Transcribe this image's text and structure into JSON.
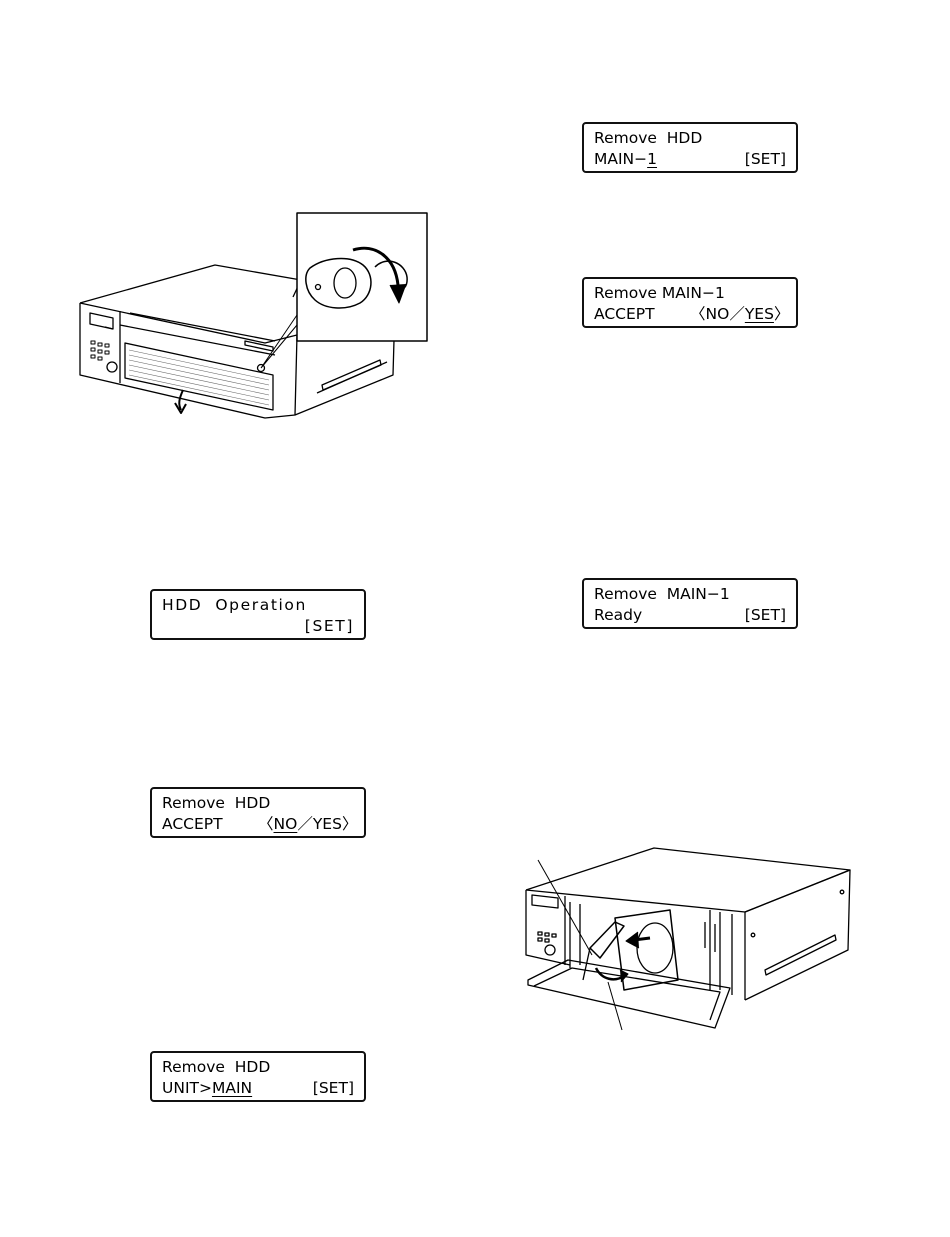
{
  "illustrations": {
    "front_cover_unlock": {
      "icon": "recorder-key-unlock"
    },
    "hdd_removal": {
      "icon": "recorder-hdd-removal"
    }
  },
  "lcd_screens": [
    {
      "id": "hdd-operation",
      "line1": "HDD  Operation",
      "line2_right": "[SET]"
    },
    {
      "id": "remove-hdd-accept",
      "line1": "Remove  HDD",
      "line2_left": "ACCEPT",
      "open": "〈",
      "opt1": "NO",
      "sep": "／",
      "opt2": "YES",
      "close": "〉"
    },
    {
      "id": "remove-hdd-unit",
      "line1": "Remove  HDD",
      "line2_prefix": "UNIT>",
      "line2_value": "MAIN",
      "line2_right": "[SET]"
    },
    {
      "id": "remove-hdd-main1",
      "line1": "Remove  HDD",
      "line2_prefix": "MAIN−",
      "line2_value": "1",
      "line2_right": "[SET]"
    },
    {
      "id": "remove-main1-accept",
      "line1": "Remove MAIN−1",
      "line2_left": "ACCEPT",
      "open": "〈",
      "opt1": "NO",
      "sep": "／",
      "opt2": "YES",
      "close": "〉"
    },
    {
      "id": "remove-main1-ready",
      "line1": "Remove  MAIN−1",
      "line2_left": "Ready",
      "line2_right": "[SET]"
    }
  ]
}
